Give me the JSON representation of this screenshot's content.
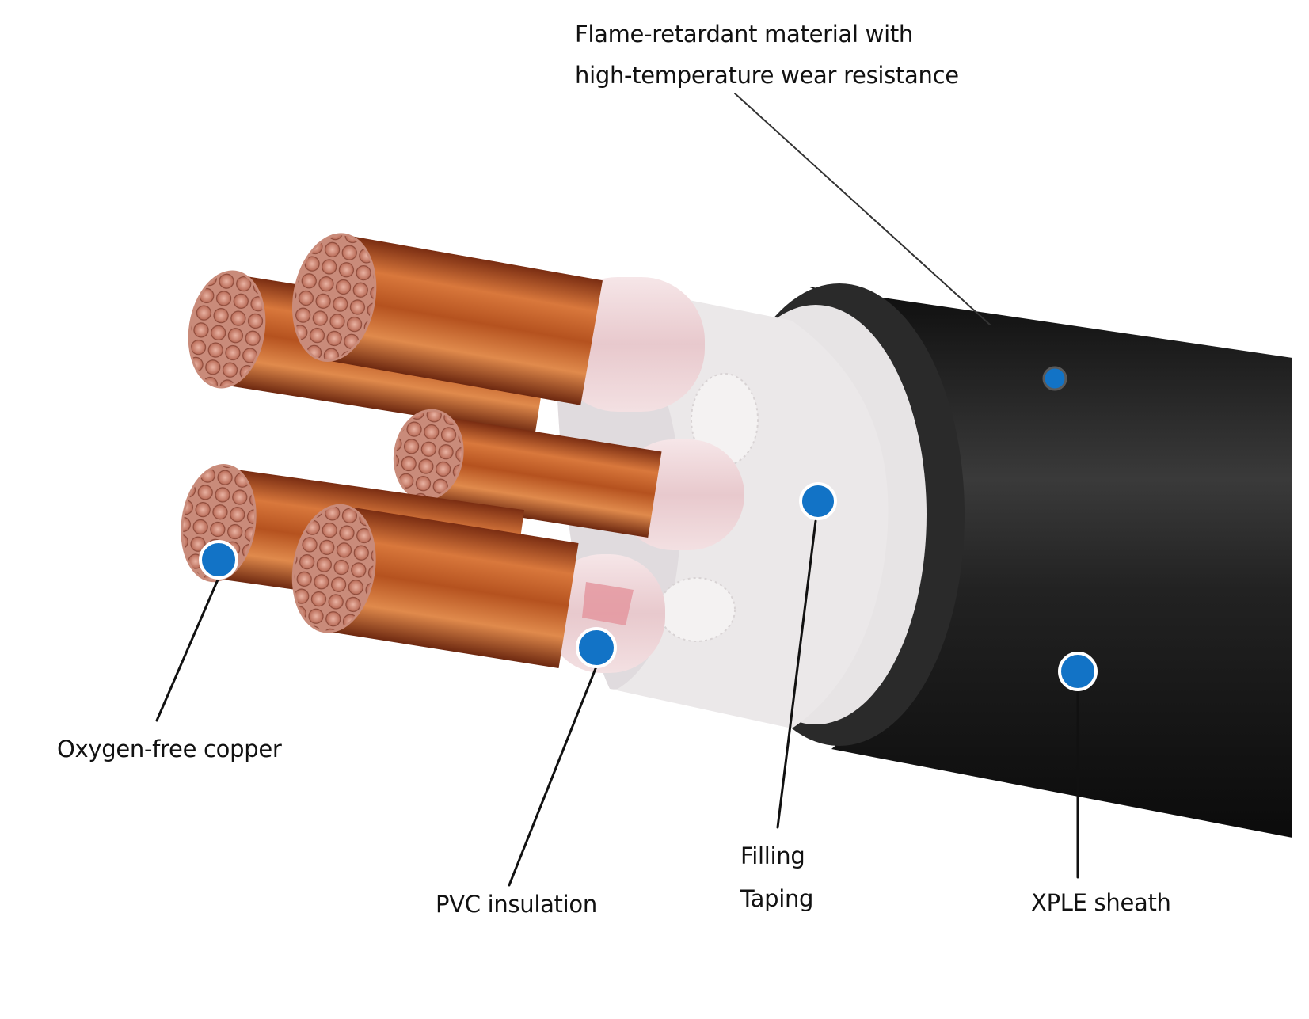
{
  "labels": {
    "flame_line1": "Flame-retardant material with",
    "flame_line2": "high-temperature wear resistance",
    "copper": "Oxygen-free copper",
    "pvc": "PVC insulation",
    "filling": "Filling",
    "taping": "Taping",
    "xple": "XPLE sheath"
  },
  "colors": {
    "marker": "#1273c6",
    "leader_line": "#111111",
    "sheath": "#1b1b1b",
    "taping": "#e9e6e7",
    "insulation": "#efd9dc",
    "copper": "#c0652e"
  }
}
